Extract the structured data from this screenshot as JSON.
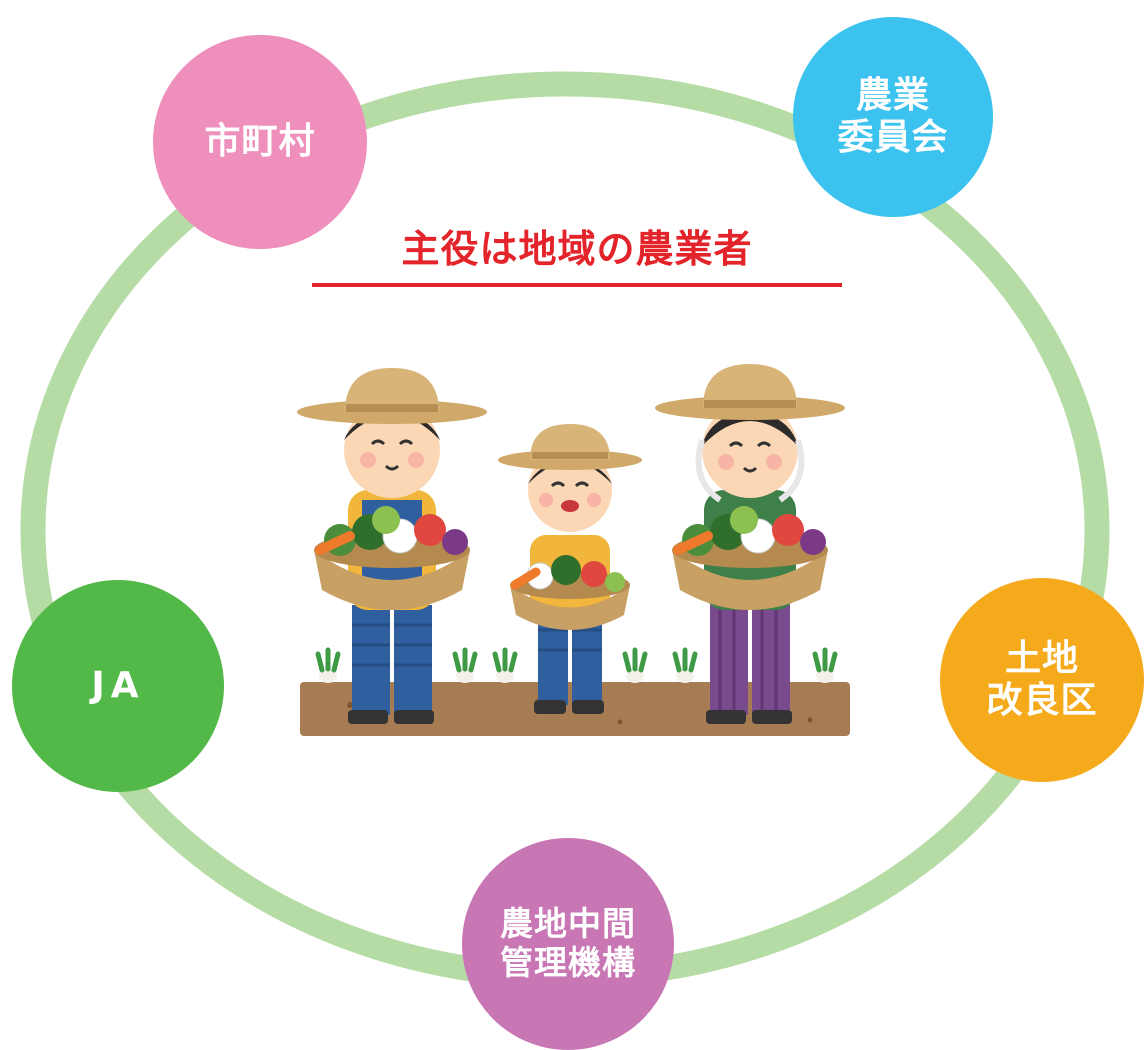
{
  "diagram": {
    "title": "主役は地域の農業者",
    "colors": {
      "ring": "#b6dca6",
      "title": "#e3242b",
      "shichoson": "#ee8fbc",
      "nogyo_iinkai": "#3bc2ee",
      "ja": "#52b847",
      "tochi_kairyoku": "#f5aa1c",
      "chukan_kanri": "#c877b4"
    },
    "nodes": {
      "shichoson": {
        "line1": "市町村"
      },
      "nogyo_iinkai": {
        "line1": "農業",
        "line2": "委員会"
      },
      "ja": {
        "line1": "JA"
      },
      "tochi_kairyoku": {
        "line1": "土地",
        "line2": "改良区"
      },
      "chukan_kanri": {
        "line1": "農地中間",
        "line2": "管理機構"
      }
    },
    "illustration": "farmers-holding-vegetable-baskets"
  }
}
